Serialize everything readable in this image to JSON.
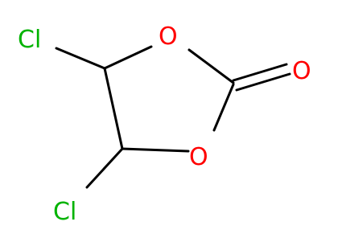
{
  "molecule": {
    "atoms": [
      {
        "id": "cl1",
        "symbol": "Cl",
        "element_color": "#00b300"
      },
      {
        "id": "o1",
        "symbol": "O",
        "element_color": "#ff0000"
      },
      {
        "id": "o2",
        "symbol": "O",
        "element_color": "#ff0000"
      },
      {
        "id": "o3",
        "symbol": "O",
        "element_color": "#ff0000"
      },
      {
        "id": "cl2",
        "symbol": "Cl",
        "element_color": "#00b300"
      }
    ],
    "bond_color": "#000000"
  }
}
